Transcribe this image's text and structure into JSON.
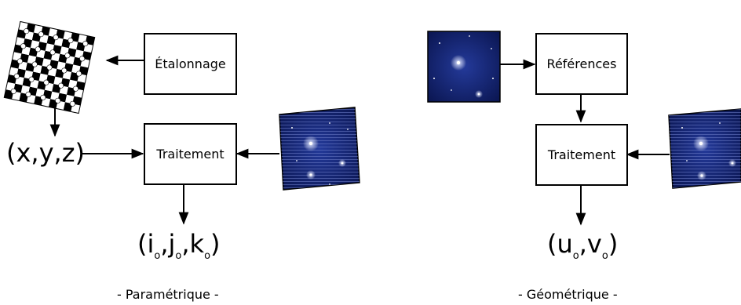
{
  "left": {
    "calibration_box": "Étalonnage",
    "processing_box": "Traitement",
    "input": "(x,y,z)",
    "output": {
      "open": "(",
      "i": "i",
      "j": "j",
      "k": "k",
      "sub": "o",
      "sep": ",",
      "close": ")"
    },
    "caption": "- Paramétrique -",
    "calibration_image": "checkerboard-calibration-target",
    "acquired_image": "starfield-with-scanlines"
  },
  "right": {
    "reference_box": "Références",
    "processing_box": "Traitement",
    "output": {
      "open": "(",
      "u": "u",
      "v": "v",
      "sub": "o",
      "sep": ",",
      "close": ")"
    },
    "caption": "- Géométrique -",
    "reference_image": "starfield-reference",
    "acquired_image": "starfield-with-scanlines"
  },
  "colors": {
    "sky": "#0d1a5c",
    "sky_center": "#243a9a",
    "star": "#ffffff",
    "stroke": "#000000"
  }
}
